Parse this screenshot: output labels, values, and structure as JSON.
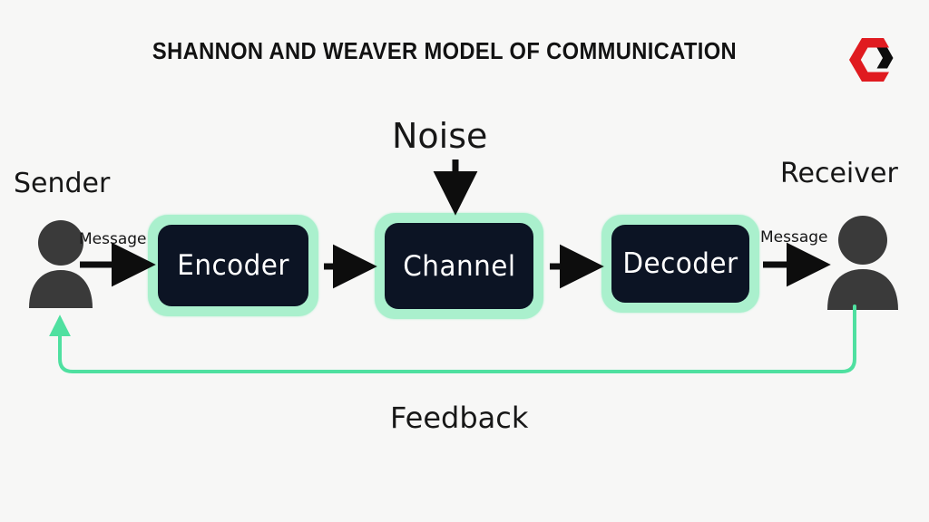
{
  "page": {
    "background_color": "#f7f7f6",
    "title": "SHANNON AND WEAVER MODEL OF COMMUNICATION"
  },
  "logo": {
    "name": "hexagon-logo",
    "primary_color": "#e01b20",
    "secondary_color": "#0d0d0d"
  },
  "colors": {
    "box_fill": "#0c1424",
    "box_glow": "#aaf0cd",
    "box_label": "#ffffff",
    "person": "#3a3a3a",
    "arrow": "#0d0d0d",
    "feedback_line": "#4fe0a0",
    "text": "#171717"
  },
  "actors": [
    {
      "id": "sender",
      "label": "Sender",
      "icon": "person-icon"
    },
    {
      "id": "receiver",
      "label": "Receiver",
      "icon": "person-icon"
    }
  ],
  "nodes": [
    {
      "id": "encoder",
      "label": "Encoder"
    },
    {
      "id": "channel",
      "label": "Channel"
    },
    {
      "id": "decoder",
      "label": "Decoder"
    }
  ],
  "annotations": {
    "noise": "Noise",
    "feedback": "Feedback",
    "message_left": "Message",
    "message_right": "Message"
  },
  "connectors": [
    {
      "id": "sender-to-encoder",
      "from": "sender",
      "to": "encoder",
      "label": "Message",
      "style": "solid-black-arrow"
    },
    {
      "id": "encoder-to-channel",
      "from": "encoder",
      "to": "channel",
      "label": "",
      "style": "solid-black-arrow"
    },
    {
      "id": "channel-to-decoder",
      "from": "channel",
      "to": "decoder",
      "label": "",
      "style": "solid-black-arrow"
    },
    {
      "id": "decoder-to-receiver",
      "from": "decoder",
      "to": "receiver",
      "label": "Message",
      "style": "solid-black-arrow"
    },
    {
      "id": "noise-to-channel",
      "from": "noise",
      "to": "channel",
      "label": "Noise",
      "style": "solid-black-arrow-down"
    },
    {
      "id": "receiver-to-sender",
      "from": "receiver",
      "to": "sender",
      "label": "Feedback",
      "style": "green-rounded-arrow"
    }
  ]
}
